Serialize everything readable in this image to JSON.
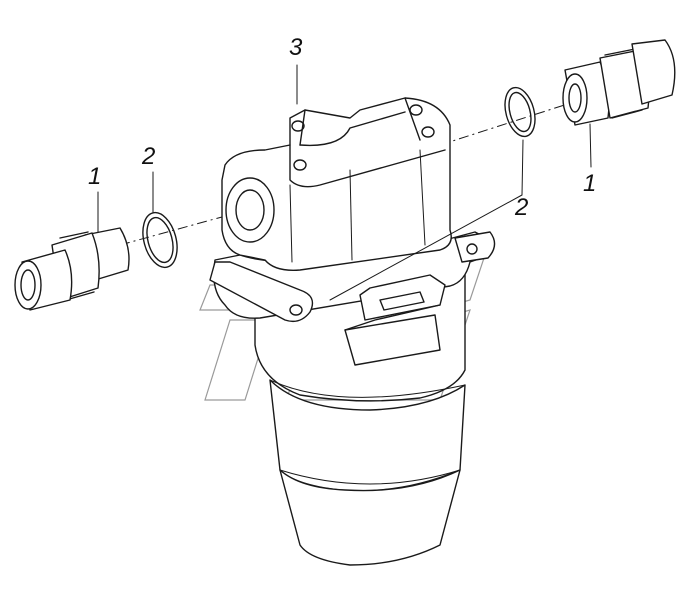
{
  "callouts": {
    "part_1_left": "1",
    "part_2_left": "2",
    "part_3_top": "3",
    "part_2_right": "2",
    "part_1_right": "1"
  },
  "colors": {
    "line": "#1a1a1a",
    "watermark": "#9a9a9a",
    "background": "#ffffff"
  }
}
